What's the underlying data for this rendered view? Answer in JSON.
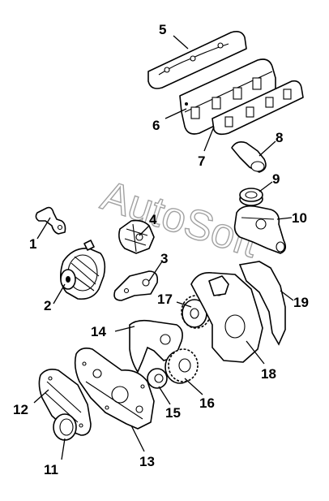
{
  "watermark": "AutoSoft",
  "callouts": [
    "1",
    "2",
    "3",
    "4",
    "5",
    "6",
    "7",
    "8",
    "9",
    "10",
    "11",
    "12",
    "13",
    "14",
    "15",
    "16",
    "17",
    "18",
    "19"
  ],
  "colors": {
    "ink": "#000000",
    "paper": "#ffffff",
    "watermark": "#555555"
  }
}
